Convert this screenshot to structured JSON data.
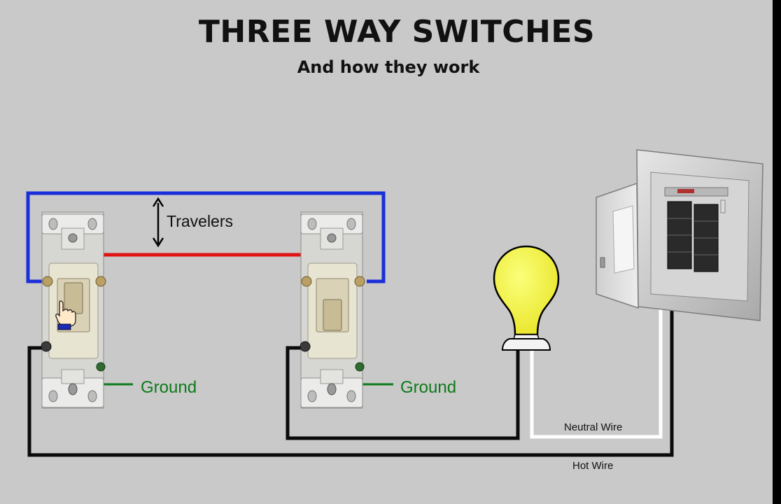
{
  "title": "THREE WAY SWITCHES",
  "subtitle": "And how they work",
  "labels": {
    "travelers": "Travelers",
    "ground_left": "Ground",
    "ground_right": "Ground",
    "neutral": "Neutral Wire",
    "hot": "Hot Wire"
  },
  "colors": {
    "background": "#c9c9c9",
    "traveler_blue": "#1a2fd8",
    "traveler_red": "#e01414",
    "hot_black": "#0a0a0a",
    "neutral_white": "#ffffff",
    "ground_green": "#0d7a1a",
    "bulb_yellow": "#f2f23a"
  },
  "icons": [
    "hand-cursor-icon",
    "double-arrow-icon",
    "light-bulb-icon",
    "breaker-panel-icon"
  ]
}
